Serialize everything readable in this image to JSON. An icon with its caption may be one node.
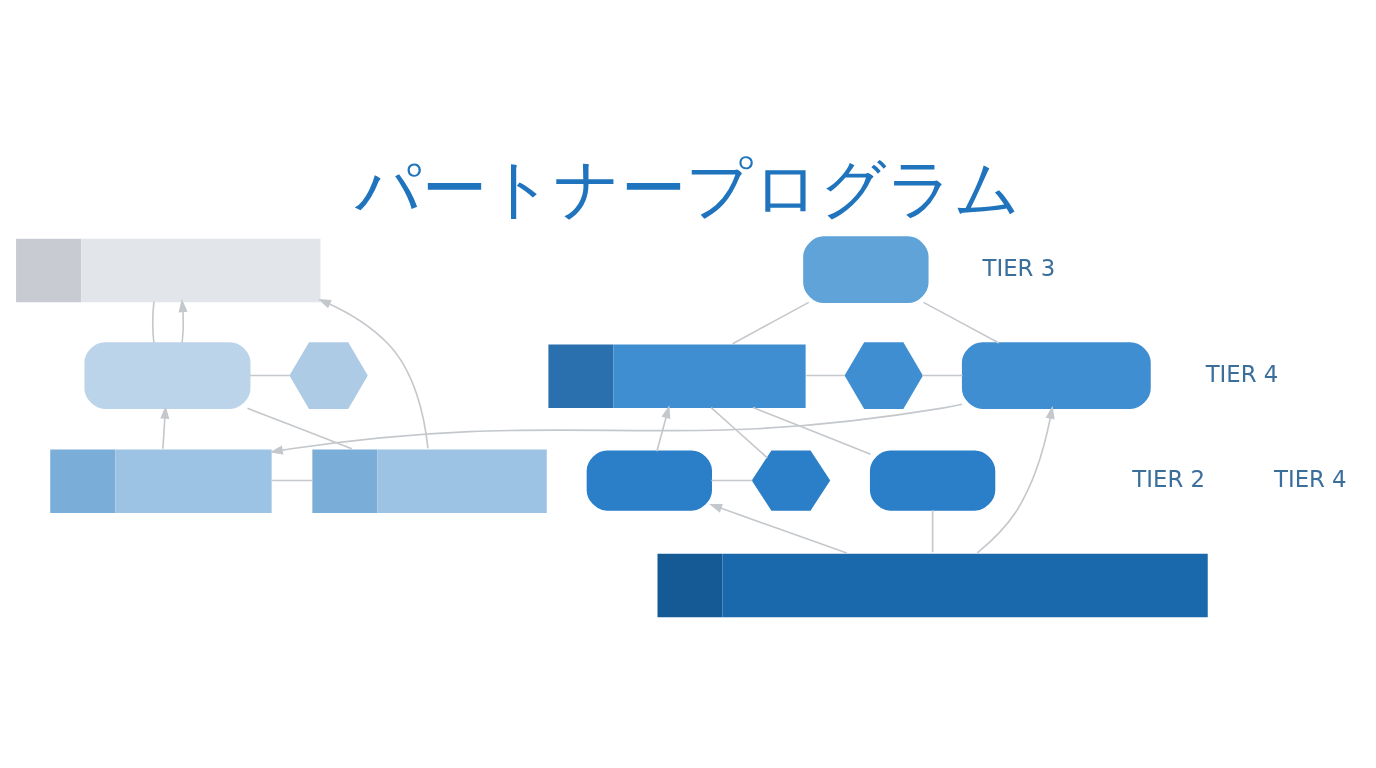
{
  "diagram": {
    "title": "パートナープログラム",
    "nodes": [
      {
        "text": [],
        "shape": "box"
      },
      {
        "text": [],
        "shape": "box"
      },
      {
        "text": [],
        "shape": "hexagon"
      },
      {
        "text": [],
        "shape": "box"
      },
      {
        "text": [],
        "shape": "box"
      },
      {
        "text": [],
        "shape": "box"
      },
      {
        "text": [],
        "shape": "box"
      },
      {
        "text": [],
        "shape": "hexagon"
      },
      {
        "text": [],
        "shape": "box"
      },
      {
        "text": [],
        "shape": "box"
      },
      {
        "text": [],
        "shape": "hexagon"
      },
      {
        "text": [],
        "shape": "box"
      },
      {
        "text": [],
        "shape": "bar"
      }
    ],
    "edges": [
      {
        "from": 12,
        "to": 9,
        "arrow": "to"
      },
      {
        "from": 9,
        "to": 6,
        "arrow": "to"
      },
      {
        "from": 9,
        "to": 10,
        "arrow": "none"
      },
      {
        "from": 10,
        "to": 6,
        "arrow": "none"
      },
      {
        "from": 6,
        "to": 11,
        "arrow": "none"
      },
      {
        "from": 11,
        "to": 12,
        "arrow": "none"
      },
      {
        "from": 12,
        "to": 8,
        "arrow": "to"
      },
      {
        "from": 5,
        "to": 6,
        "arrow": "none"
      },
      {
        "from": 5,
        "to": 8,
        "arrow": "none"
      },
      {
        "from": 6,
        "to": 7,
        "arrow": "none"
      },
      {
        "from": 7,
        "to": 8,
        "arrow": "none"
      },
      {
        "from": 8,
        "to": 3,
        "arrow": "to"
      },
      {
        "from": 3,
        "to": 1,
        "arrow": "to"
      },
      {
        "from": 3,
        "to": 4,
        "arrow": "none"
      },
      {
        "from": 1,
        "to": 2,
        "arrow": "none"
      },
      {
        "from": 1,
        "to": 0,
        "arrow": "to"
      },
      {
        "from": 0,
        "to": 1,
        "arrow": "none"
      },
      {
        "from": 1,
        "to": 4,
        "arrow": "none"
      },
      {
        "from": 4,
        "to": 0,
        "arrow": "to"
      }
    ],
    "labels": [
      "TIER 4",
      "TIER 2",
      "TIER 3",
      "TIER 4"
    ]
  }
}
